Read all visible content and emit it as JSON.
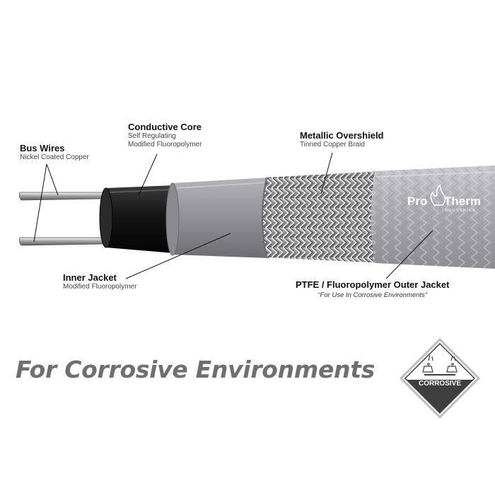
{
  "labels": {
    "bus_wires": {
      "title": "Bus Wires",
      "sub": "Nickel Coated Copper"
    },
    "conductive_core": {
      "title": "Conductive Core",
      "sub1": "Self Regulating",
      "sub2": "Modified Fluoropolymer"
    },
    "metallic_overshield": {
      "title": "Metallic Overshield",
      "sub": "Tinned Copper Braid"
    },
    "inner_jacket": {
      "title": "Inner Jacket",
      "sub": "Modified Fluoropolymer"
    },
    "outer_jacket": {
      "title": "PTFE / Fluoropolymer Outer Jacket",
      "note": "“For Use In Corrosive Environments”"
    }
  },
  "logo": {
    "text_pro": "Pro",
    "text_therm": "Therm",
    "text_sub": "INDUSTRIES"
  },
  "headline": "For Corrosive Environments",
  "badge": {
    "label": "CORROSIVE"
  },
  "colors": {
    "core_black": "#141414",
    "inner_jacket": "#8d8d93",
    "braid": "#9a9a9a",
    "outer_jacket": "#a6a6ad",
    "headline": "#6f6f6f",
    "badge_dark": "#3f3f3f"
  }
}
